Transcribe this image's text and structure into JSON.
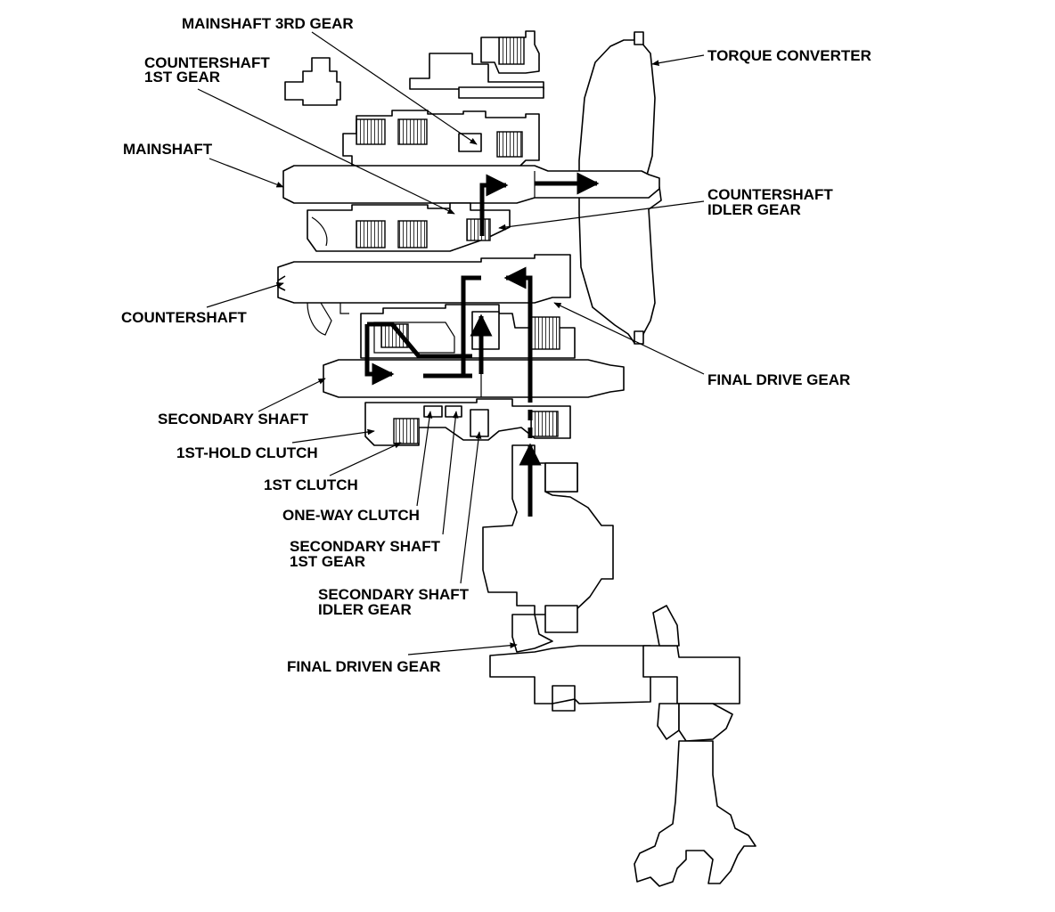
{
  "labels": {
    "mainshaft_3rd_gear": "MAINSHAFT 3RD GEAR",
    "countershaft_1st_gear_line1": "COUNTERSHAFT",
    "countershaft_1st_gear_line2": "1ST GEAR",
    "torque_converter": "TORQUE CONVERTER",
    "mainshaft": "MAINSHAFT",
    "countershaft_idler_gear_line1": "COUNTERSHAFT",
    "countershaft_idler_gear_line2": "IDLER GEAR",
    "countershaft": "COUNTERSHAFT",
    "final_drive_gear": "FINAL DRIVE GEAR",
    "secondary_shaft": "SECONDARY SHAFT",
    "first_hold_clutch": "1ST-HOLD CLUTCH",
    "first_clutch": "1ST CLUTCH",
    "one_way_clutch": "ONE-WAY CLUTCH",
    "secondary_shaft_1st_gear_line1": "SECONDARY SHAFT",
    "secondary_shaft_1st_gear_line2": "1ST GEAR",
    "secondary_shaft_idler_gear_line1": "SECONDARY SHAFT",
    "secondary_shaft_idler_gear_line2": "IDLER GEAR",
    "final_driven_gear": "FINAL DRIVEN GEAR"
  }
}
